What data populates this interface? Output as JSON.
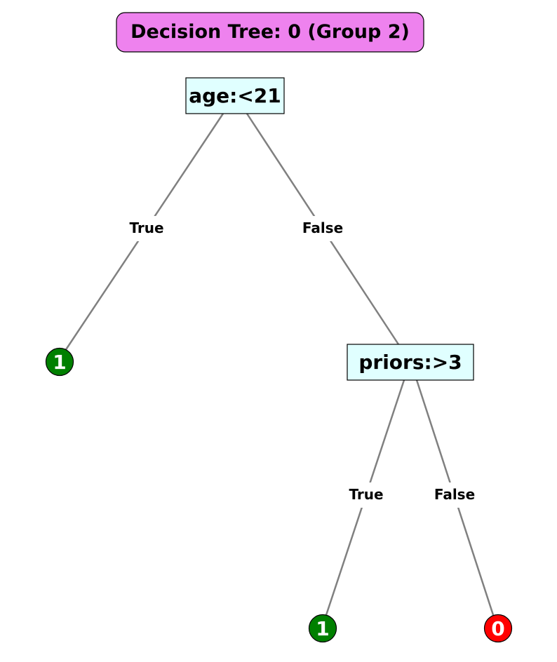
{
  "title": {
    "text": "Decision Tree: 0 (Group 2)",
    "color": "#EE82EE"
  },
  "colors": {
    "decision_fill": "#E0FFFF",
    "leaf_true": "#008000",
    "leaf_false": "#FF0000",
    "edge": "#808080"
  },
  "nodes": {
    "root": {
      "label": "age:<21"
    },
    "priors": {
      "label": "priors:>3"
    },
    "leaf_left": {
      "label": "1",
      "color": "#008000"
    },
    "leaf_mid": {
      "label": "1",
      "color": "#008000"
    },
    "leaf_right": {
      "label": "0",
      "color": "#FF0000"
    }
  },
  "edges": {
    "root_true": {
      "label": "True"
    },
    "root_false": {
      "label": "False"
    },
    "priors_true": {
      "label": "True"
    },
    "priors_false": {
      "label": "False"
    }
  }
}
